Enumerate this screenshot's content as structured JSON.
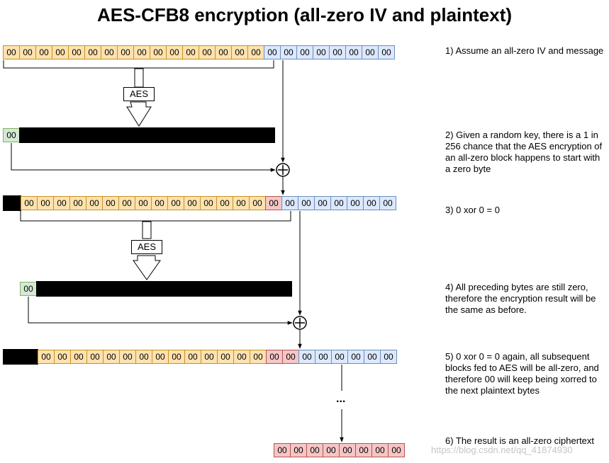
{
  "title": "AES-CFB8 encryption (all-zero IV and plaintext)",
  "aes_label": "AES",
  "zero_byte": "00",
  "ellipsis": "...",
  "steps": [
    "1) Assume an all-zero IV and message",
    "2) Given a random key, there is a 1 in 256 chance that the AES encryption of an all-zero block happens to start with a zero byte",
    "3) 0 xor 0 = 0",
    "4) All preceding bytes are still zero, therefore the encryption result will be the same as before.",
    "5) 0 xor 0 = 0 again, all subsequent blocks fed to AES will be all-zero, and therefore 00 will keep being xorred to the next plaintext bytes",
    "6) The result is an all-zero ciphertext"
  ],
  "watermark": "https://blog.csdn.net/qq_41874930",
  "colors": {
    "iv": "#fde2b0",
    "plaintext": "#dce8fb",
    "ciphertext": "#f5c6c6",
    "first_output_byte": "#d5e8d4",
    "hidden_output": "#000000"
  }
}
